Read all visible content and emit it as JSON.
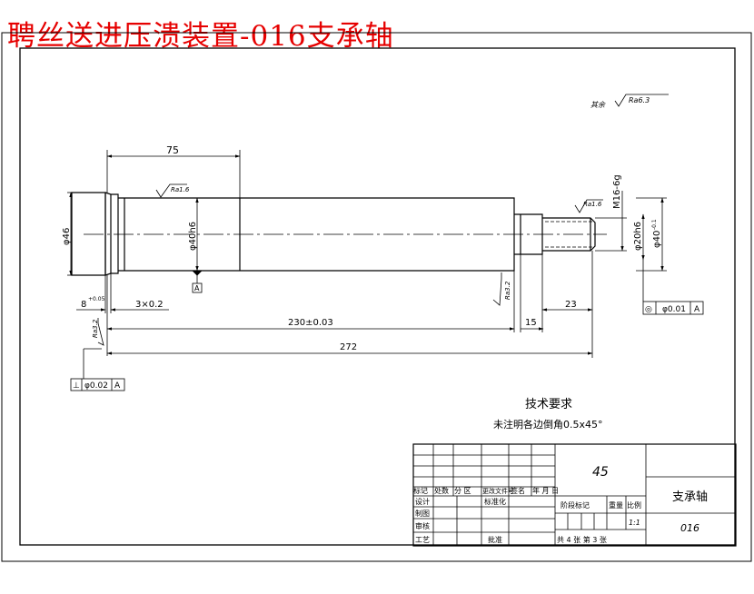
{
  "title": "聘丝送进压溃装置-016支承轴",
  "surface_note": {
    "prefix": "其余",
    "roughness": "Ra6.3"
  },
  "dimensions": {
    "d75": "75",
    "d46": "φ46",
    "d40h6": "φ40h6",
    "d20h6": "φ20h6",
    "d40_shoulder": "φ40",
    "d40_tol": "-0.1",
    "m16": "M16-6g",
    "d8": "8",
    "d8_tol": "+0.05",
    "chamfer": "3×0.2",
    "d230": "230±0.03",
    "d15": "15",
    "d23": "23",
    "d272": "272"
  },
  "roughness_marks": {
    "r1": "Ra1.6",
    "r2": "Ra1.6",
    "r3": "Ra3.2",
    "r4": "Ra3.2"
  },
  "datum": "A",
  "tolerances": {
    "runout": {
      "symbol": "◎",
      "value": "φ0.01",
      "datum": "A"
    },
    "perp": {
      "symbol": "⊥",
      "value": "φ0.02",
      "datum": "A"
    }
  },
  "tech_req": {
    "heading": "技术要求",
    "text": "未注明各边倒角0.5x45°"
  },
  "title_block": {
    "material": "45",
    "part_name": "支承轴",
    "drawing_no": "016",
    "header_labels": [
      "标记",
      "处数",
      "分 区",
      "更改文件号",
      "签名",
      "年 月 日"
    ],
    "left_rows": [
      "设计",
      "制图",
      "审核",
      "工艺"
    ],
    "standardize": "标准化",
    "approve": "批准",
    "stage_labels": [
      "阶段标记",
      "重量",
      "比例"
    ],
    "scale": "1:1",
    "sheets": "共 4 张  第 3 张"
  }
}
